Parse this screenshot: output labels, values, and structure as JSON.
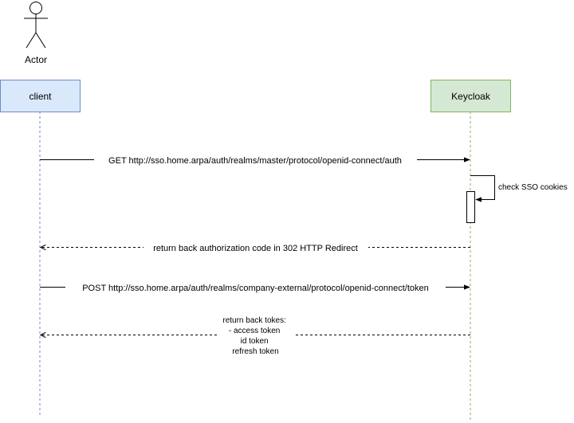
{
  "actor": {
    "label": "Actor"
  },
  "participants": {
    "client": {
      "label": "client",
      "fill": "#dae8fc",
      "stroke": "#6c8ebf"
    },
    "keycloak": {
      "label": "Keycloak",
      "fill": "#d5e8d4",
      "stroke": "#82b366"
    }
  },
  "messages": {
    "get_auth": "GET http://sso.home.arpa/auth/realms/master/protocol/openid-connect/auth",
    "check_sso": "check SSO cookies",
    "return_code": "return back authorization code in 302 HTTP Redirect",
    "post_token": "POST http://sso.home.arpa/auth/realms/company-external/protocol/openid-connect/token",
    "return_tokens": {
      "line1": "return back tokes:",
      "line2": "- access token",
      "line3": "id token",
      "line4": "refresh token"
    }
  },
  "colors": {
    "line": "#000000",
    "background": "#ffffff"
  }
}
